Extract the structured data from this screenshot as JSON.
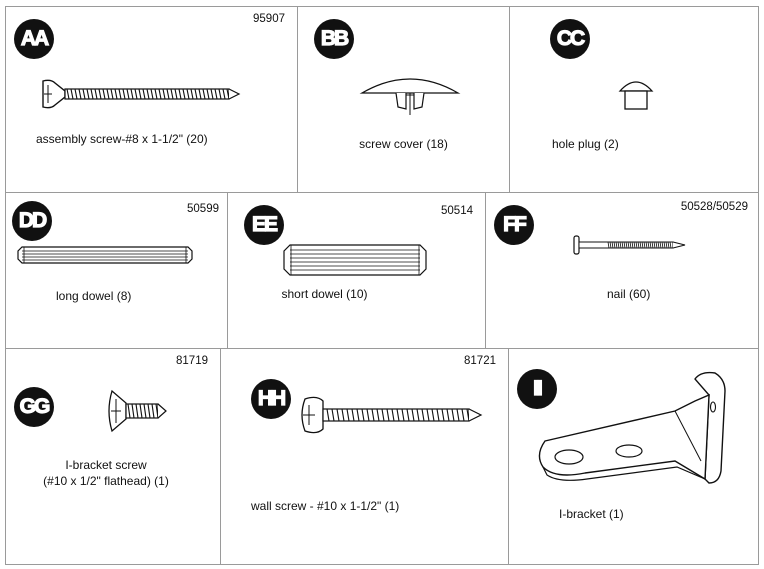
{
  "parts": [
    {
      "id": "AA",
      "number": "95907",
      "label": "assembly screw-#8 x 1-1/2\" (20)"
    },
    {
      "id": "BB",
      "number": "",
      "label": "screw cover (18)"
    },
    {
      "id": "CC",
      "number": "",
      "label": "hole plug (2)"
    },
    {
      "id": "DD",
      "number": "50599",
      "label": "long dowel (8)"
    },
    {
      "id": "EE",
      "number": "50514",
      "label": "short dowel (10)"
    },
    {
      "id": "FF",
      "number": "50528/50529",
      "label": "nail (60)"
    },
    {
      "id": "GG",
      "number": "81719",
      "label_line1": "I-bracket screw",
      "label_line2": "(#10 x 1/2\" flathead) (1)"
    },
    {
      "id": "HH",
      "number": "81721",
      "label": "wall screw - #10 x 1-1/2\" (1)"
    },
    {
      "id": "II",
      "number": "",
      "label": "I-bracket (1)"
    }
  ],
  "icons": [
    "assembly-screw-icon",
    "screw-cover-icon",
    "hole-plug-icon",
    "long-dowel-icon",
    "short-dowel-icon",
    "nail-icon",
    "flathead-screw-icon",
    "wall-screw-icon",
    "l-bracket-icon"
  ]
}
